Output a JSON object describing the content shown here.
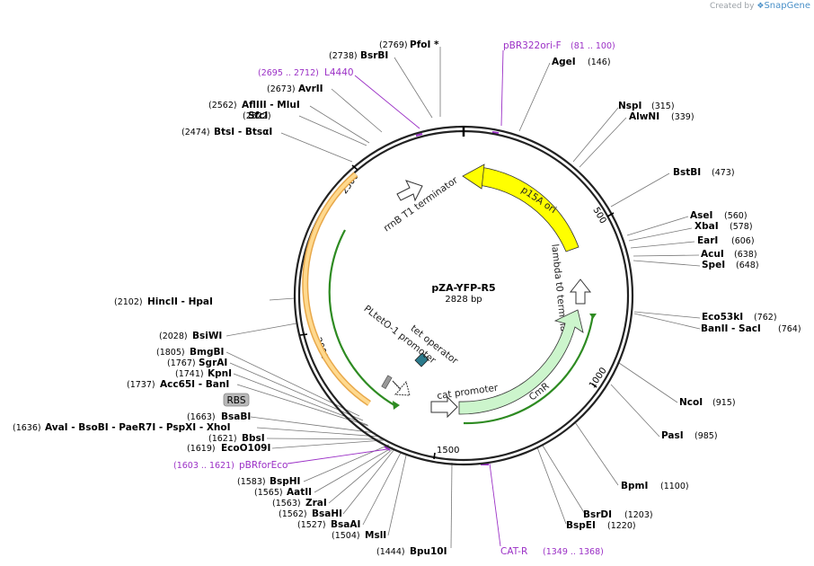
{
  "credit": {
    "prefix": "Created by",
    "brand": "SnapGene"
  },
  "plasmid": {
    "name": "pZA-YFP-R5",
    "size": "2828 bp"
  },
  "ticks": [
    "500",
    "1000",
    "1500",
    "2000",
    "2500"
  ],
  "features": {
    "p15A_ori": "p15A ori",
    "CmR": "CmR",
    "rrnB": "rrnB T1 terminator",
    "lambda": "lambda t0 terminator",
    "tetop": "tet operator",
    "pltet": "PLtetO-1 promoter",
    "cat": "cat promoter",
    "rbs": "RBS"
  },
  "primers": {
    "pbr322": {
      "name": "pBR322ori-F",
      "range": "(81 .. 100)"
    },
    "l4440": {
      "name": "L4440",
      "range": "(2695 .. 2712)"
    },
    "pbrforeco": {
      "name": "pBRforEco",
      "range": "(1603 .. 1621)"
    },
    "catr": {
      "name": "CAT-R",
      "range": "(1349 .. 1368)"
    }
  },
  "sites_right": [
    {
      "name": "AgeI",
      "pos": "(146)"
    },
    {
      "name": "NspI",
      "pos": "(315)"
    },
    {
      "name": "AlwNI",
      "pos": "(339)"
    },
    {
      "name": "BstBI",
      "pos": "(473)"
    },
    {
      "name": "AseI",
      "pos": "(560)"
    },
    {
      "name": "XbaI",
      "pos": "(578)"
    },
    {
      "name": "EarI",
      "pos": "(606)"
    },
    {
      "name": "AcuI",
      "pos": "(638)"
    },
    {
      "name": "SpeI",
      "pos": "(648)"
    },
    {
      "name": "Eco53kI",
      "pos": "(762)"
    },
    {
      "name": "BanII - SacI",
      "pos": "(764)"
    },
    {
      "name": "NcoI",
      "pos": "(915)"
    },
    {
      "name": "PasI",
      "pos": "(985)"
    },
    {
      "name": "BpmI",
      "pos": "(1100)"
    },
    {
      "name": "BsrDI",
      "pos": "(1203)"
    },
    {
      "name": "BspEI",
      "pos": "(1220)"
    }
  ],
  "sites_left": [
    {
      "name": "PfoI *",
      "pos": "(2769)"
    },
    {
      "name": "BsrBI",
      "pos": "(2738)"
    },
    {
      "name": "AvrII",
      "pos": "(2673)"
    },
    {
      "name": "AflIII - MluI",
      "pos": "(2562)"
    },
    {
      "name": "SfcI",
      "pos": "(2522)"
    },
    {
      "name": "BtsI - BtsαI",
      "pos": "(2474)"
    },
    {
      "name": "HincII - HpaI",
      "pos": "(2102)"
    },
    {
      "name": "BsiWI",
      "pos": "(2028)"
    },
    {
      "name": "BmgBI",
      "pos": "(1805)"
    },
    {
      "name": "SgrAI",
      "pos": "(1767)"
    },
    {
      "name": "KpnI",
      "pos": "(1741)"
    },
    {
      "name": "Acc65I - BanI",
      "pos": "(1737)"
    },
    {
      "name": "BsaBI",
      "pos": "(1663)"
    },
    {
      "name": "AvaI - BsoBI - PaeR7I - PspXI - XhoI",
      "pos": "(1636)"
    },
    {
      "name": "BbsI",
      "pos": "(1621)"
    },
    {
      "name": "EcoO109I",
      "pos": "(1619)"
    },
    {
      "name": "BspHI",
      "pos": "(1583)"
    },
    {
      "name": "AatII",
      "pos": "(1565)"
    },
    {
      "name": "ZraI",
      "pos": "(1563)"
    },
    {
      "name": "BsaHI",
      "pos": "(1562)"
    },
    {
      "name": "BsaAI",
      "pos": "(1527)"
    },
    {
      "name": "MslI",
      "pos": "(1504)"
    },
    {
      "name": "Bpu10I",
      "pos": "(1444)"
    }
  ]
}
